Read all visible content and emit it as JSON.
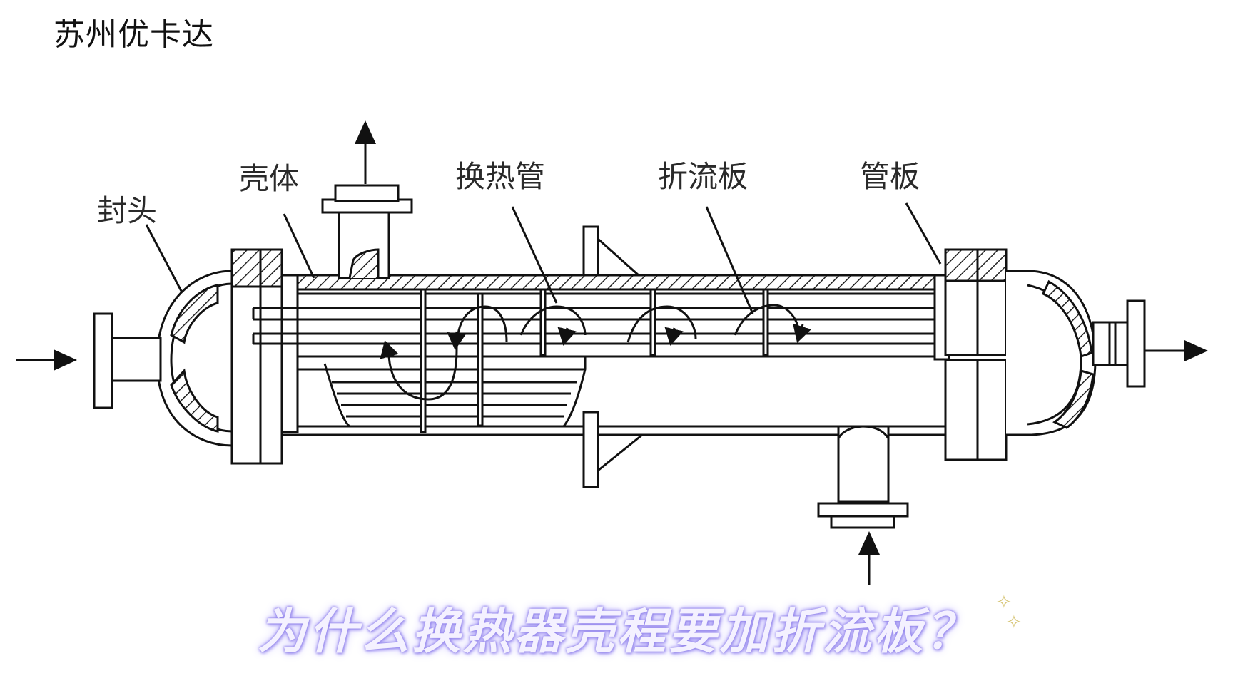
{
  "brand": "苏州优卡达",
  "labels": {
    "head": "封头",
    "shell": "壳体",
    "tube": "换热管",
    "baffle": "折流板",
    "tubesheet": "管板"
  },
  "caption": "为什么换热器壳程要加折流板？"
}
